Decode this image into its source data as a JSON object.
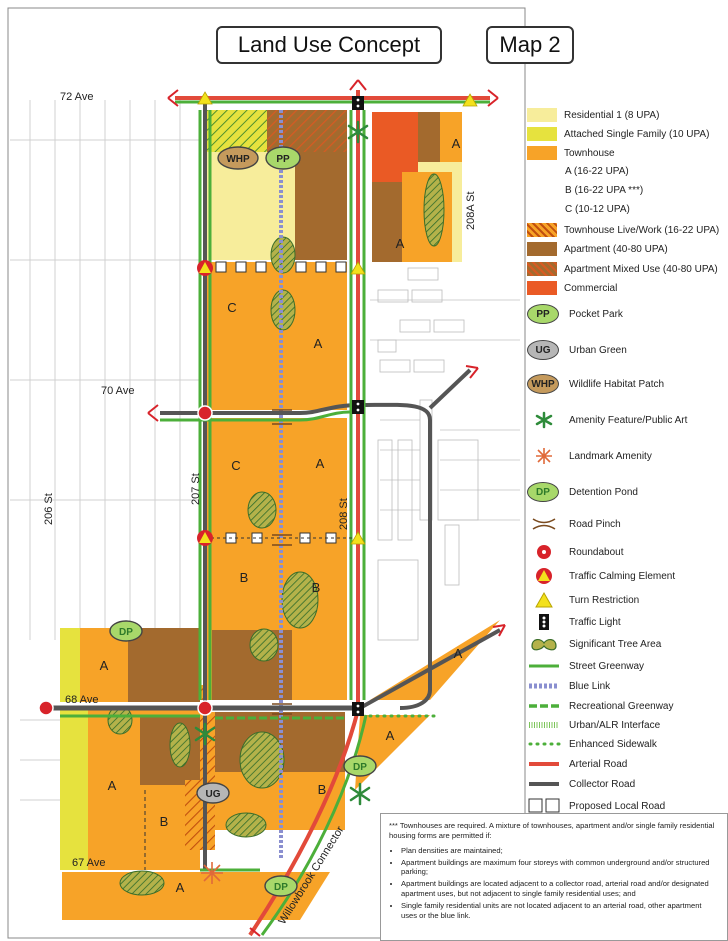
{
  "titles": {
    "main": "Land Use Concept",
    "map_no": "Map 2"
  },
  "streets": {
    "ave72": "72 Ave",
    "ave70": "70 Ave",
    "ave68": "68 Ave",
    "ave67": "67 Ave",
    "st206": "206 St",
    "st207": "207 St",
    "st208": "208 St",
    "st208a": "208A St",
    "connector": "Willowbrook Connector"
  },
  "map_labels": {
    "a": "A",
    "b": "B",
    "c": "C",
    "whp": "WHP",
    "pp": "PP",
    "ug": "UG",
    "dp": "DP"
  },
  "colors": {
    "residential1": "#f7ed9b",
    "attached_single_family": "#e6e23e",
    "townhouse": "#f7a328",
    "apartment": "#a36a2e",
    "commercial": "#ea5a25",
    "street_greenway": "#4caf3a",
    "blue_link": "#8a8fd0",
    "arterial_road": "#e24a3a",
    "collector_road": "#555555",
    "roundabout": "#d8232a",
    "pocket_park": "#a8d86a",
    "urban_green": "#b6b6b6",
    "wildlife_patch": "#c59a5c"
  },
  "legend": {
    "residential1": "Residential 1  (8 UPA)",
    "attached_single_family": "Attached Single Family  (10 UPA)",
    "townhouse": "Townhouse",
    "townhouse_a": "A  (16-22 UPA)",
    "townhouse_b": "B (16-22 UPA ***)",
    "townhouse_c": "C (10-12 UPA)",
    "townhouse_live_work": "Townhouse Live/Work (16-22 UPA)",
    "apartment": "Apartment  (40-80 UPA)",
    "apartment_mixed_use": "Apartment Mixed Use  (40-80 UPA)",
    "commercial": "Commercial",
    "pocket_park_code": "PP",
    "pocket_park": "Pocket Park",
    "urban_green_code": "UG",
    "urban_green": "Urban Green",
    "wildlife_code": "WHP",
    "wildlife": "Wildlife Habitat Patch",
    "amenity": "Amenity Feature/Public Art",
    "landmark": "Landmark Amenity",
    "detention_code": "DP",
    "detention": "Detention Pond",
    "road_pinch": "Road Pinch",
    "roundabout": "Roundabout",
    "traffic_calming": "Traffic Calming Element",
    "turn_restriction": "Turn Restriction",
    "traffic_light": "Traffic Light",
    "tree_area": "Significant Tree Area",
    "street_greenway": "Street Greenway",
    "blue_link": "Blue Link",
    "recreational_greenway": "Recreational Greenway",
    "urban_alr": "Urban/ALR Interface",
    "enhanced_sidewalk": "Enhanced Sidewalk",
    "arterial_road": "Arterial Road",
    "collector_road": "Collector Road",
    "local_road": "Proposed  Local Road"
  },
  "notes": {
    "intro": "*** Townhouses are required.  A mixture of townhouses, apartment and/or single family residential housing forms are permitted if:",
    "items": [
      "Plan densities are maintained;",
      "Apartment buildings are maximum four storeys with common underground and/or structured parking;",
      "Apartment buildings are located adjacent to a collector road, arterial road and/or designated apartment uses, but not adjacent to single family residential uses;  and",
      "Single family residential units are not located adjacent to an arterial road, other apartment uses or the blue link."
    ]
  }
}
